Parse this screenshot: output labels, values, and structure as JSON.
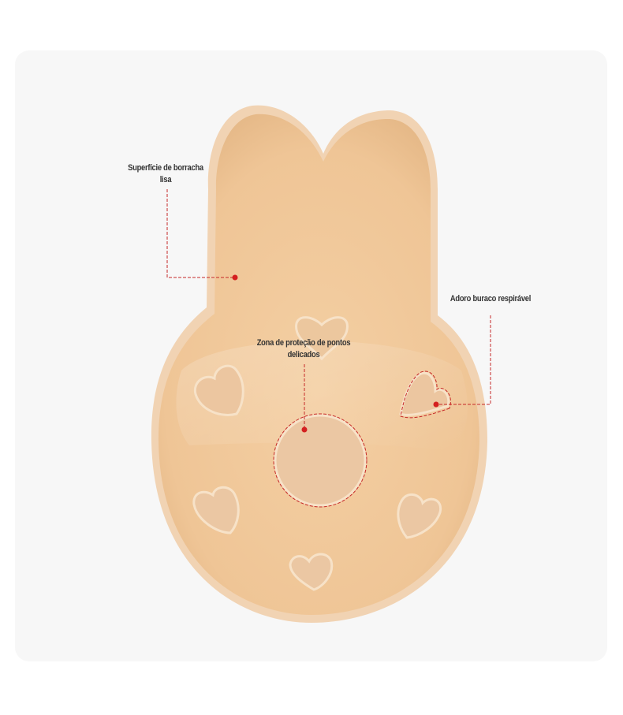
{
  "callouts": {
    "smooth_surface": "Superfície de borracha lisa",
    "protection_zone": "Zona de proteção de pontos delicados",
    "breathable_hole": "Adoro buraco respirável"
  },
  "colors": {
    "background": "#f7f7f7",
    "product_beige": "#f3ccA0",
    "annotation_red": "#d42020"
  }
}
